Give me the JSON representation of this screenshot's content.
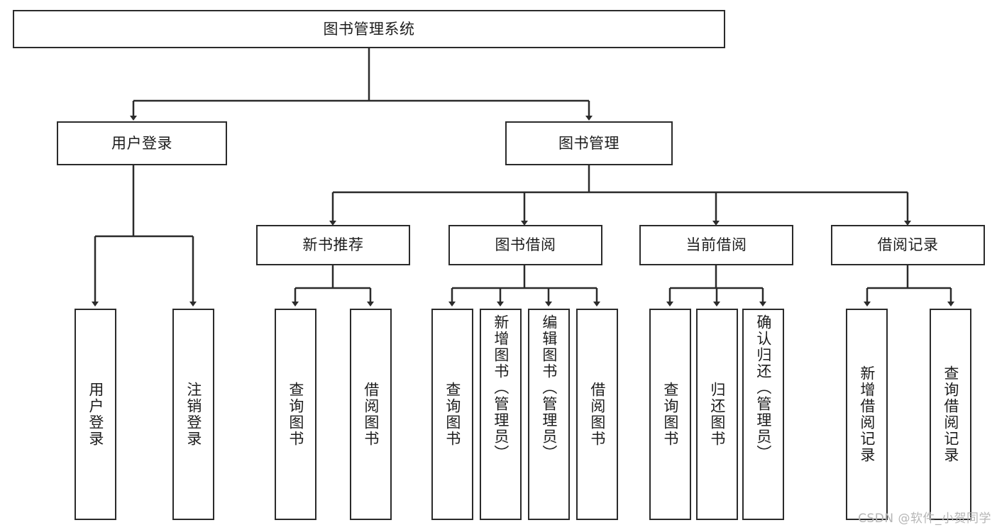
{
  "diagram": {
    "title": "图书管理系统",
    "type": "hierarchy-tree",
    "watermark": "CSDN @软件_小贺同学",
    "colors": {
      "stroke": "#2b2b2b",
      "text": "#1d1d1d",
      "background": "#ffffff",
      "watermark": "#b6b6b6"
    },
    "nodes": {
      "root": {
        "label": "图书管理系统"
      },
      "level2": [
        {
          "label": "用户登录"
        },
        {
          "label": "图书管理"
        }
      ],
      "level3": [
        {
          "label": "新书推荐"
        },
        {
          "label": "图书借阅"
        },
        {
          "label": "当前借阅"
        },
        {
          "label": "借阅记录"
        }
      ],
      "leaves": {
        "user_login": [
          {
            "label": "用户登录"
          },
          {
            "label": "注销登录"
          }
        ],
        "new_book_recommend": [
          {
            "label": "查询图书"
          },
          {
            "label": "借阅图书"
          }
        ],
        "book_borrow": [
          {
            "label": "查询图书"
          },
          {
            "label": "新增图书（管理员）"
          },
          {
            "label": "编辑图书（管理员）"
          },
          {
            "label": "借阅图书"
          }
        ],
        "current_borrow": [
          {
            "label": "查询图书"
          },
          {
            "label": "归还图书"
          },
          {
            "label": "确认归还（管理员）"
          }
        ],
        "borrow_record": [
          {
            "label": "新增借阅记录"
          },
          {
            "label": "查询借阅记录"
          }
        ]
      }
    }
  }
}
